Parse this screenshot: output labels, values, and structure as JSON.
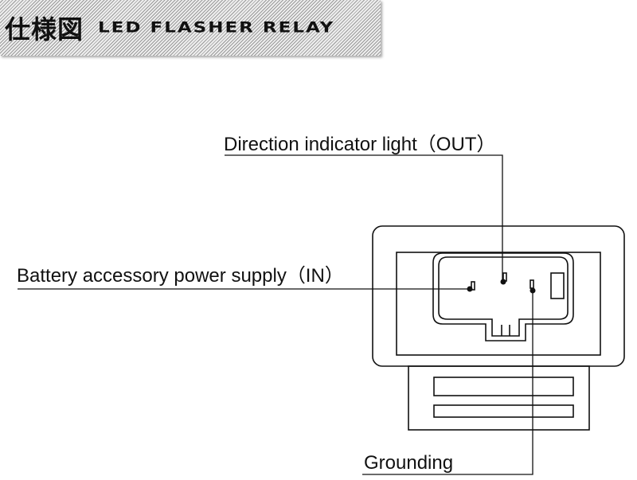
{
  "header": {
    "title_jp": "仕様図",
    "title_en": "LED FLASHER RELAY"
  },
  "labels": {
    "out": "Direction indicator light（OUT）",
    "in": "Battery accessory power supply（IN）",
    "ground": "Grounding"
  },
  "colors": {
    "line": "#111111",
    "background": "#ffffff"
  }
}
